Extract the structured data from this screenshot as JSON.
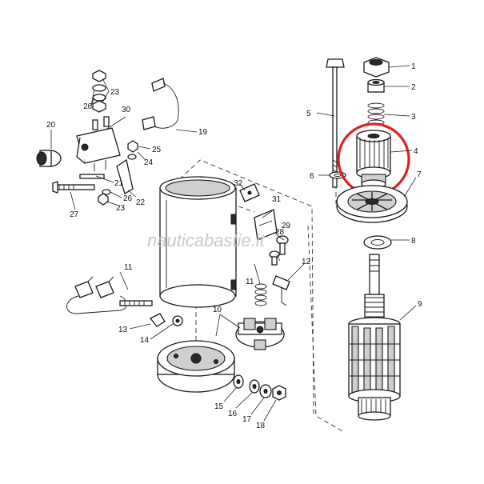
{
  "watermark": "nauticabastie.it",
  "highlight_color": "#e02020",
  "callouts": [
    "1",
    "2",
    "3",
    "4",
    "5",
    "6",
    "7",
    "8",
    "9",
    "10",
    "11",
    "11",
    "12",
    "13",
    "14",
    "15",
    "16",
    "17",
    "18",
    "19",
    "20",
    "21",
    "22",
    "23",
    "23",
    "24",
    "25",
    "26",
    "26",
    "27",
    "28",
    "29",
    "30",
    "31",
    "32"
  ]
}
